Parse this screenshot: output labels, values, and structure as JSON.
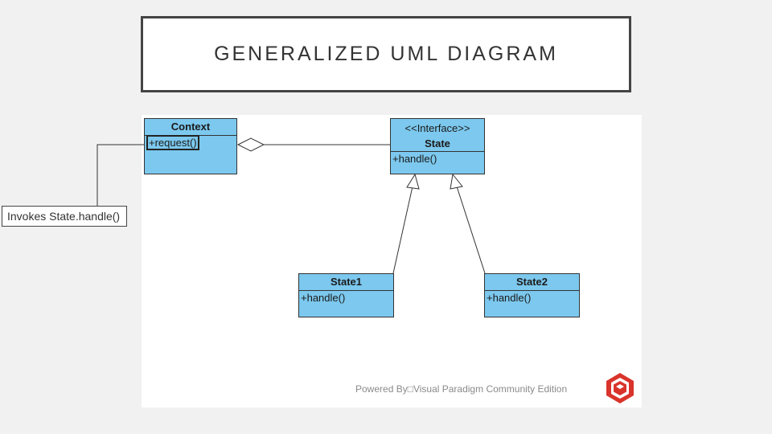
{
  "title": "GENERALIZED UML DIAGRAM",
  "note": "Invokes State.handle()",
  "classes": {
    "context": {
      "name": "Context",
      "operation": "+request()"
    },
    "state": {
      "stereotype": "<<Interface>>",
      "name": "State",
      "operation": "+handle()"
    },
    "state1": {
      "name": "State1",
      "operation": "+handle()"
    },
    "state2": {
      "name": "State2",
      "operation": "+handle()"
    }
  },
  "footer": "Powered By□Visual Paradigm Community Edition",
  "colors": {
    "class_fill": "#7cc8ee",
    "border": "#333333",
    "logo": "#d9342b"
  },
  "icons": {
    "logo": "visual-paradigm-logo-icon"
  }
}
